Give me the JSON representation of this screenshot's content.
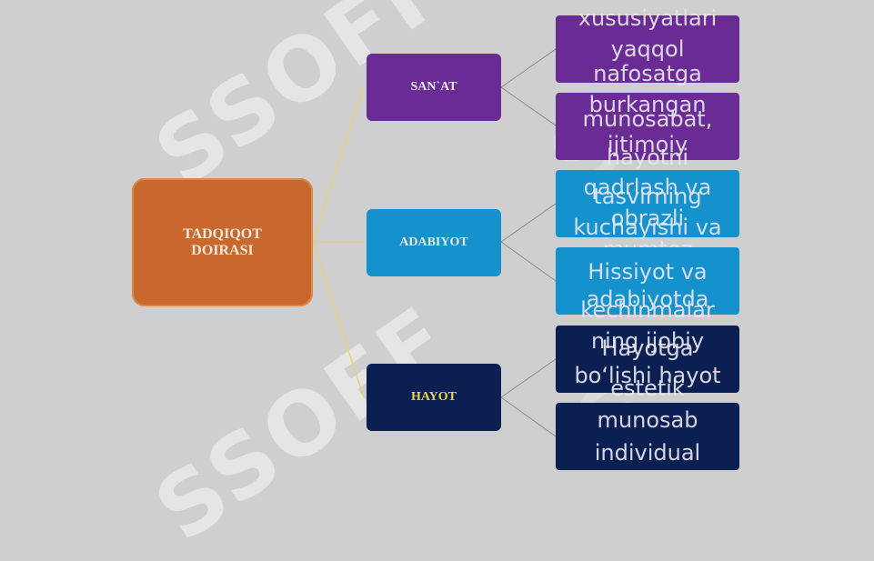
{
  "root": {
    "label": "TADQIQOT DOIRASI"
  },
  "branches": [
    {
      "label": "SAN`AT"
    },
    {
      "label": "ADABIYOT"
    },
    {
      "label": "HAYOT"
    }
  ],
  "leaves": [
    {
      "lines": [
        "xususiyatlari",
        "yaqqol"
      ]
    },
    {
      "lines": [
        "nafosatga",
        "burkangan",
        "munosabat,",
        "ijtimoiy",
        "hayotni"
      ]
    },
    {
      "lines": [
        "qadrlash va",
        "tasvirning",
        "obrazli",
        "kuchayishi va",
        "mumtoz"
      ]
    },
    {
      "lines": [
        "Hissiyot va",
        "adabiyotda",
        "kechinmalar"
      ]
    },
    {
      "lines": [
        "ning ijobiy",
        "Hayotga",
        "bo‘lishi hayot",
        "estetik"
      ]
    },
    {
      "lines": [
        "munosab",
        "individual"
      ]
    }
  ],
  "watermark": "SOFF"
}
